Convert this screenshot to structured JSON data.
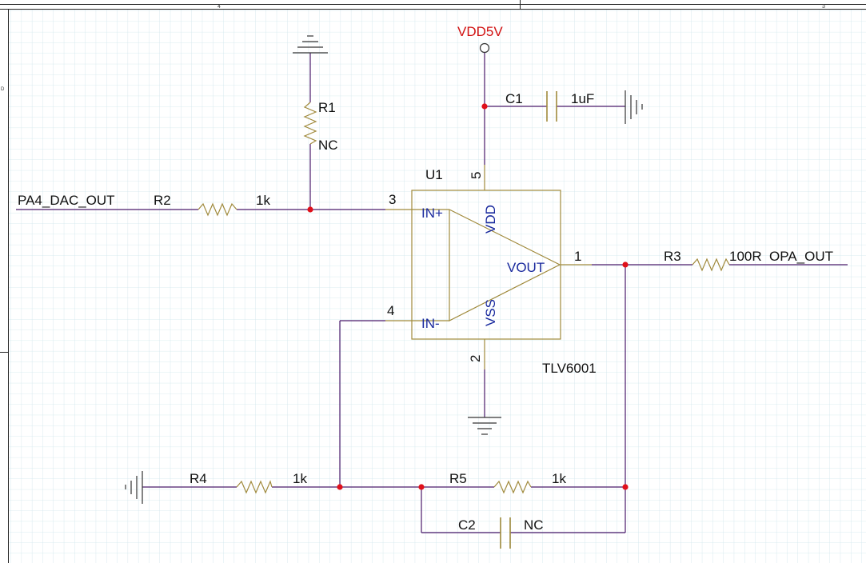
{
  "colors": {
    "grid": "#cfe6ec",
    "wire": "#4b1a6b",
    "part": "#a08a3c",
    "junction": "#e0101a",
    "label": "#111111",
    "pin_name": "#1a2a9e",
    "power_label": "#d21010",
    "frame": "#222222"
  },
  "frame": {
    "zone_top_left": "4",
    "zone_top_right": "3",
    "zone_left": "D"
  },
  "power": {
    "vdd_label": "VDD5V"
  },
  "opamp": {
    "refdes": "U1",
    "part_number": "TLV6001",
    "pin_in_plus": "IN+",
    "pin_in_minus": "IN-",
    "pin_vdd": "VDD",
    "pin_vss": "VSS",
    "pin_vout": "VOUT",
    "pin_num_in_plus": "3",
    "pin_num_in_minus": "4",
    "pin_num_vdd": "5",
    "pin_num_vss": "2",
    "pin_num_vout": "1"
  },
  "components": {
    "r1": {
      "refdes": "R1",
      "value": "NC"
    },
    "r2": {
      "refdes": "R2",
      "value": "1k"
    },
    "r3": {
      "refdes": "R3",
      "value": "100R"
    },
    "r4": {
      "refdes": "R4",
      "value": "1k"
    },
    "r5": {
      "refdes": "R5",
      "value": "1k"
    },
    "c1": {
      "refdes": "C1",
      "value": "1uF"
    },
    "c2": {
      "refdes": "C2",
      "value": "NC"
    }
  },
  "nets": {
    "input": "PA4_DAC_OUT",
    "output": "OPA_OUT"
  }
}
